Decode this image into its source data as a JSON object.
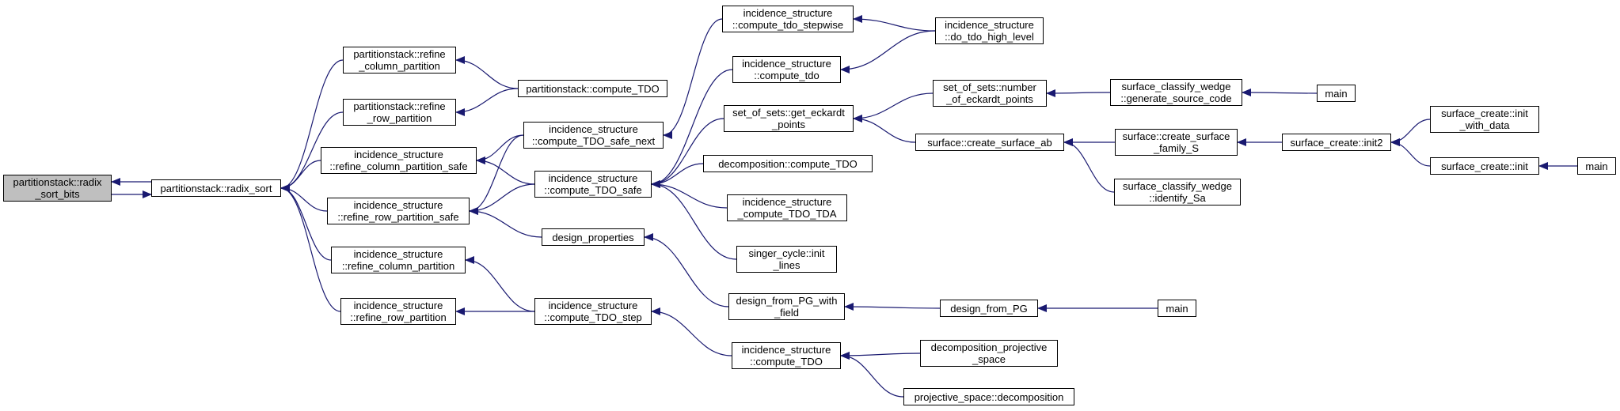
{
  "colors": {
    "edge": "#191970",
    "root_fill": "#bfbfbf",
    "node_fill": "#ffffff",
    "border": "#000000"
  },
  "nodes": {
    "n0": [
      "partitionstack::radix",
      "_sort_bits"
    ],
    "n1": [
      "partitionstack::radix_sort"
    ],
    "n2": [
      "partitionstack::refine",
      "_column_partition"
    ],
    "n3": [
      "partitionstack::refine",
      "_row_partition"
    ],
    "n4": [
      "incidence_structure",
      "::refine_column_partition_safe"
    ],
    "n5": [
      "incidence_structure",
      "::refine_row_partition_safe"
    ],
    "n6": [
      "incidence_structure",
      "::refine_column_partition"
    ],
    "n7": [
      "incidence_structure",
      "::refine_row_partition"
    ],
    "n8": [
      "partitionstack::compute_TDO"
    ],
    "n9": [
      "incidence_structure",
      "::compute_TDO_safe_next"
    ],
    "n10": [
      "incidence_structure",
      "::compute_TDO_safe"
    ],
    "n11": [
      "design_properties"
    ],
    "n12": [
      "incidence_structure",
      "::compute_TDO_step"
    ],
    "n13": [
      "incidence_structure",
      "::compute_tdo_stepwise"
    ],
    "n14": [
      "incidence_structure",
      "::compute_tdo"
    ],
    "n15": [
      "set_of_sets::get_eckardt",
      "_points"
    ],
    "n16": [
      "decomposition::compute_TDO"
    ],
    "n17": [
      "incidence_structure",
      "_compute_TDO_TDA"
    ],
    "n18": [
      "singer_cycle::init",
      "_lines"
    ],
    "n19": [
      "design_from_PG_with",
      "_field"
    ],
    "n20": [
      "incidence_structure",
      "::compute_TDO"
    ],
    "n21": [
      "incidence_structure",
      "::do_tdo_high_level"
    ],
    "n22": [
      "set_of_sets::number",
      "_of_eckardt_points"
    ],
    "n23": [
      "surface::create_surface_ab"
    ],
    "n24": [
      "design_from_PG"
    ],
    "n25": [
      "decomposition_projective",
      "_space"
    ],
    "n26": [
      "projective_space::decomposition"
    ],
    "n27": [
      "surface_classify_wedge",
      "::generate_source_code"
    ],
    "n28": [
      "surface::create_surface",
      "_family_S"
    ],
    "n29": [
      "surface_classify_wedge",
      "::identify_Sa"
    ],
    "n30": [
      "main"
    ],
    "n31": [
      "surface_create::init2"
    ],
    "n32": [
      "main"
    ],
    "n33": [
      "surface_create::init",
      "_with_data"
    ],
    "n34": [
      "surface_create::init"
    ],
    "n35": [
      "main"
    ]
  }
}
